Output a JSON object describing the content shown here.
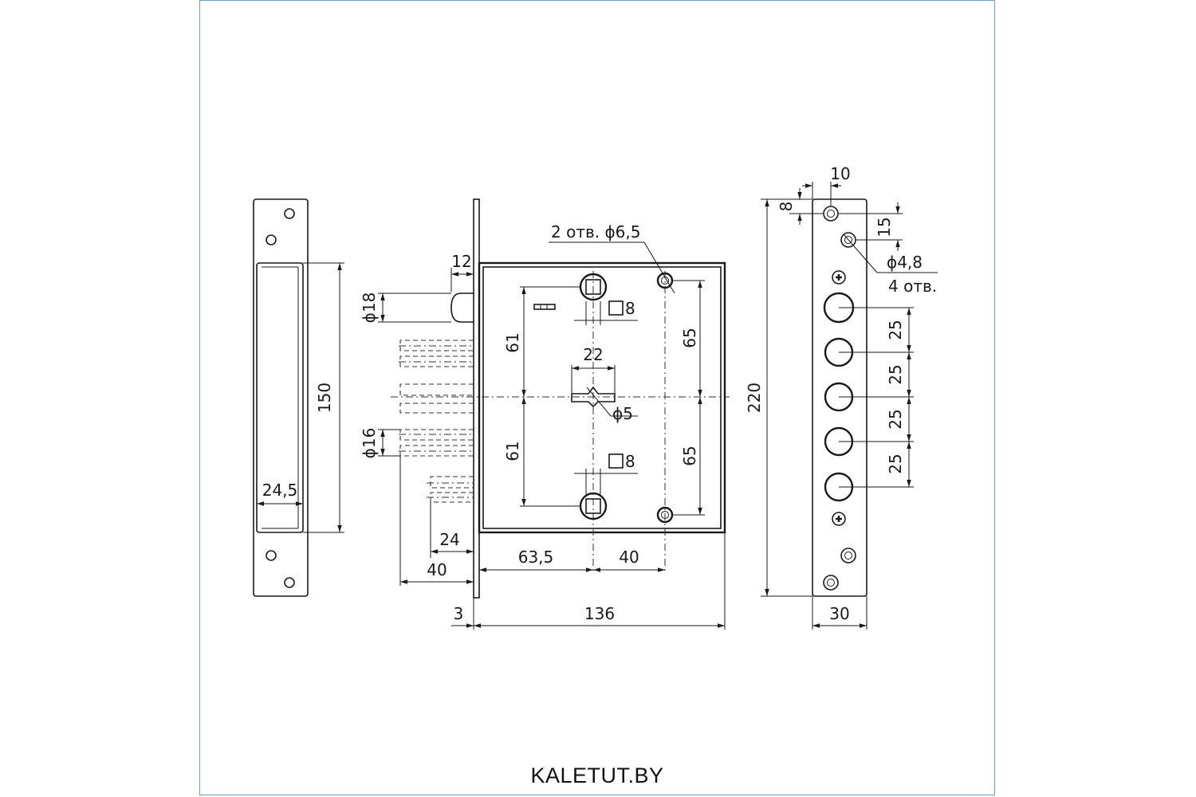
{
  "dimensions": {
    "strike_width": "24,5",
    "strike_height": "150",
    "bolt_dia_top": "ϕ18",
    "bolt_dia_bottom": "ϕ16",
    "latch_offset": "12",
    "spindle_61_top": "61",
    "spindle_61_bottom": "61",
    "square_top": "8",
    "square_bottom": "8",
    "slot_width": "22",
    "hole_dia_5": "ϕ5",
    "mount_holes_note": "2 отв. ϕ6,5",
    "mount_65_top": "65",
    "mount_65_bottom": "65",
    "backset": "63,5",
    "holes_spacing": "40",
    "bolt_throw_24": "24",
    "bolt_throw_40": "40",
    "faceplate_thickness": "3",
    "body_width": "136",
    "faceplate_height": "220",
    "faceplate_top_offset": "10",
    "faceplate_hole_offset_8": "8",
    "faceplate_hole_offset_15": "15",
    "faceplate_hole_dia": "ϕ4,8",
    "faceplate_hole_count": "4 отв.",
    "bolt_spacing_1": "25",
    "bolt_spacing_2": "25",
    "bolt_spacing_3": "25",
    "bolt_spacing_4": "25",
    "faceplate_width": "30"
  },
  "watermark": "KALETUT.BY"
}
